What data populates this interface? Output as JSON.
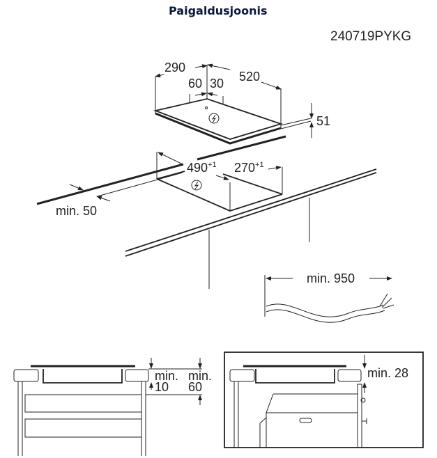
{
  "header": {
    "title": "Paigaldusjoonis",
    "code": "240719PYKG"
  },
  "top_view": {
    "dim_290": "290",
    "dim_520": "520",
    "dim_60": "60",
    "dim_30": "30",
    "dim_51": "51",
    "cutout_490": "490",
    "cutout_270": "270",
    "tolerance": "+1",
    "min_50": "min. 50",
    "min_950": "min. 950"
  },
  "side_left": {
    "min_label": "min.",
    "min_10": "10",
    "min_60": "60"
  },
  "side_right": {
    "min_28": "min. 28"
  }
}
